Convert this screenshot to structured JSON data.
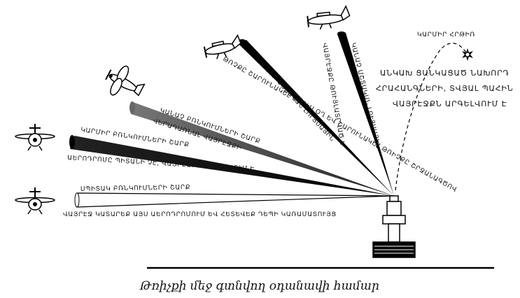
{
  "caption": "Թռիչքի մեջ գտնվող օդանավի համար",
  "beams": [
    {
      "color": "#000000",
      "upper_label": "ԿԱՆԱՉ ՄՇՏԱԿԱՆ ԼՈՒՅՍԱՅԻՆ",
      "lower_label": "ՎԱՅՐԷՋՔԸ ԹՈՒՅԼԱՏՐՎԱԾ Է"
    },
    {
      "color": "#111111",
      "upper_label": "ԿԱՐՄԻՐ ՄՇՏԱԿԱՆ ԼՈՒՅՍԱՅԻՆ",
      "lower_label": "ԹՌՉՔԸ ՇԱՐՈՒՆԱԿԵԼ ՄՅՈՒՍ ՕՂ ԵՎ ՇԱՐՈՒՆԱԿԵԼ ԹՌԻՉՔԸ ՇՐՋԱՆԱԳԾՈՎ"
    },
    {
      "color": "#555555",
      "upper_label": "ԿԱՆԱՉ ԲՌՆԿՈՒՄՆԵՐԻ ՇԱՐՔ",
      "lower_label": "ՎԵՐԱԴԱՌՆԱԼ ՎԱՅՐԷՋՔԻ"
    },
    {
      "color": "#000000",
      "upper_label": "ԿԱՐՄԻՐ ԲՌՆԿՈՒՄՆԵՐԻ ՇԱՐՔ",
      "lower_label": "ԱԵՐՈԴՐՈՄԸ ՊԻՏԱՆԻ ՉԷ, ՎԱՅՐԷՋՔԸ ԱՐԳԵԼՎՈՒՄ Է"
    },
    {
      "color": "#ffffff",
      "upper_label": "ՍՊԻՏԱԿ ԲՌՆԿՈՒՄՆԵՐԻ ՇԱՐՔ",
      "lower_label": "ՎԱՅՐԷՋ ԿԱՏԱՐԵՔ ԱՅՍ ԱԵՐՈԴՐՈՄՈՒՄ ԵՎ ՀԵՏԵՎԵՔ ԴԵՊԻ ԿԱՌԱՄԱՏՈՒՅՑ"
    }
  ],
  "flare": {
    "label": "ԿԱՐՄԻՐ ՀՐԹԻՌ",
    "note_lines": [
      "ԱՆԿԱԽ ՑԱՆԿԱՑԱԾ ՆԱԽՈՐԴ",
      "ՀՐԱՀԱՆԳՆԵՐԻ, ՏՎՅԱԼ ՊԱՀԻՆ",
      "ՎԱՅՐԷՋՔՆ ԱՐԳԵԼՎՈՒՄ Է"
    ]
  }
}
